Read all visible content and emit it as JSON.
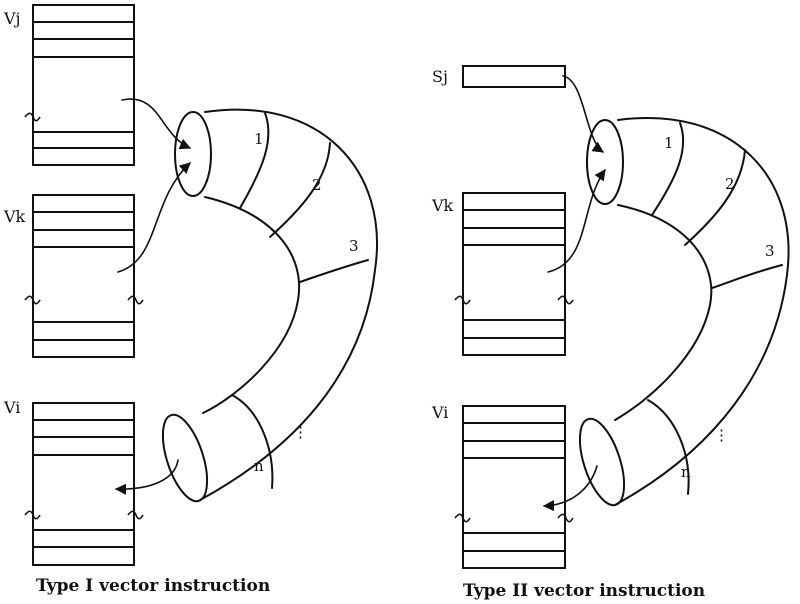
{
  "left": {
    "caption": "Type I vector instruction",
    "registers": {
      "vj": "Vj",
      "vk": "Vk",
      "vi": "Vi"
    },
    "pipe_segments": {
      "s1": "1",
      "s2": "2",
      "s3": "3",
      "dots": "⋮",
      "sn": "n"
    }
  },
  "right": {
    "caption": "Type II vector instruction",
    "registers": {
      "sj": "Sj",
      "vk": "Vk",
      "vi": "Vi"
    },
    "pipe_segments": {
      "s1": "1",
      "s2": "2",
      "s3": "3",
      "dots": "⋮",
      "sn": "n"
    }
  }
}
